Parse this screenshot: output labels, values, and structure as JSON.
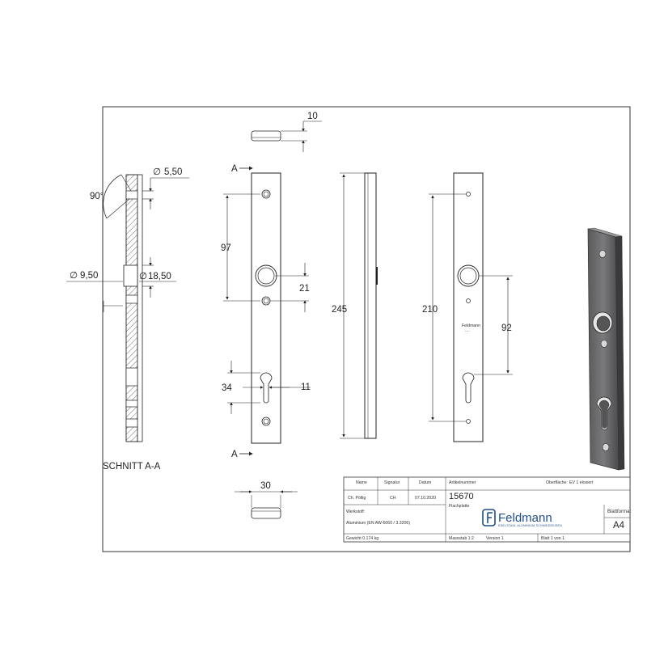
{
  "section_label": "SCHNITT A-A",
  "section_marker": "A",
  "dimensions": {
    "angle": "90°",
    "hole_small": "5,50",
    "hole_countersink": "9,50",
    "hole_large": "18,50",
    "spacing_top": "97",
    "spacing_mid": "21",
    "spacing_cyl": "34",
    "cyl_width": "11",
    "total_length": "245",
    "hole_distance": "210",
    "pz_distance": "92",
    "thickness": "10",
    "width": "30"
  },
  "plate_engraving": [
    "Feldmann",
    "...."
  ],
  "title_block": {
    "header_name": "Name",
    "header_signature": "Signatur",
    "header_date": "Datum",
    "header_article": "Artikelnummer",
    "surface_label": "Oberfläche:",
    "surface_value": "EV 1 eloxiert",
    "drawn_name": "Ch. Pöllig",
    "drawn_sig": "CH",
    "drawn_date": "07.10.2020",
    "article_number": "15670",
    "part_name": "Flachplatte",
    "material_label": "Werkstoff:",
    "material_value": "Aluminium (EN AW-6060 / 3.3206)",
    "sheet_format_label": "Blattformat",
    "sheet_format_value": "A4",
    "weight": "Gewicht 0.174 kg",
    "scale": "Massstab 1:2",
    "version": "Version 1",
    "sheet": "Blatt 1 von 1",
    "company": "Feldmann",
    "company_sub": "EDELSTAHL ALUMINIUM SCHMIEDEEISEN"
  }
}
